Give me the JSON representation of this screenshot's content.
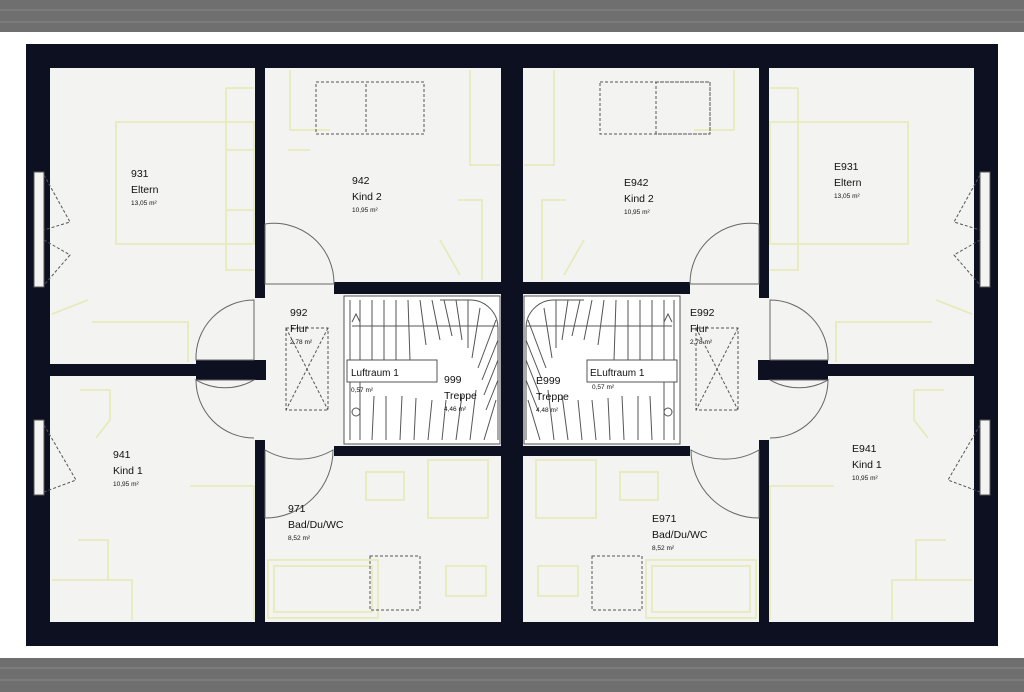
{
  "rooms": [
    {
      "id": "r931",
      "number": "931",
      "name": "Eltern",
      "area": "13,05 m²"
    },
    {
      "id": "r942",
      "number": "942",
      "name": "Kind 2",
      "area": "10,95 m²"
    },
    {
      "id": "r992",
      "number": "992",
      "name": "Flur",
      "area": "2,78 m²"
    },
    {
      "id": "r999",
      "number": "999",
      "name": "Treppe",
      "area": "4,46 m²"
    },
    {
      "id": "r941",
      "number": "941",
      "name": "Kind 1",
      "area": "10,95 m²"
    },
    {
      "id": "r971",
      "number": "971",
      "name": "Bad/Du/WC",
      "area": "8,52 m²"
    },
    {
      "id": "rE931",
      "number": "E931",
      "name": "Eltern",
      "area": "13,05 m²"
    },
    {
      "id": "rE942",
      "number": "E942",
      "name": "Kind 2",
      "area": "10,95 m²"
    },
    {
      "id": "rE992",
      "number": "E992",
      "name": "Flur",
      "area": "2,78 m²"
    },
    {
      "id": "rE999",
      "number": "E999",
      "name": "Treppe",
      "area": "4,48 m²"
    },
    {
      "id": "rE941",
      "number": "E941",
      "name": "Kind 1",
      "area": "10,95 m²"
    },
    {
      "id": "rE971",
      "number": "E971",
      "name": "Bad/Du/WC",
      "area": "8,52 m²"
    }
  ],
  "voids": {
    "left": {
      "name": "Luftraum 1",
      "area": "0,57 m²"
    },
    "right": {
      "name": "ELuftraum 1",
      "area": "0,57 m²"
    }
  },
  "colors": {
    "wall": "#0d1020",
    "floor": "#f3f3f1",
    "furniture": "#e6eab4",
    "roof": "#6f6f6f",
    "door": "#666666"
  }
}
